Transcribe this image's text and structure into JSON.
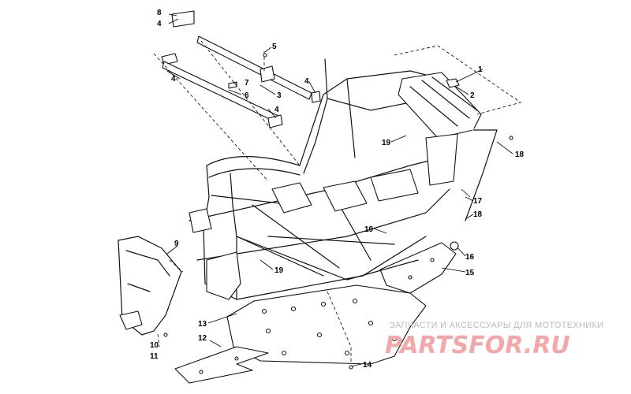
{
  "callouts": [
    "1",
    "2",
    "3",
    "4",
    "4",
    "4",
    "4",
    "5",
    "6",
    "7",
    "8",
    "9",
    "10",
    "11",
    "12",
    "13",
    "14",
    "15",
    "16",
    "17",
    "18",
    "18",
    "19",
    "19",
    "19"
  ],
  "watermark": {
    "line1": "ЗАПЧАСТИ И АКСЕССУАРЫ ДЛЯ МОТОТЕХНИКИ",
    "line2": "PARTSFOR.RU"
  }
}
